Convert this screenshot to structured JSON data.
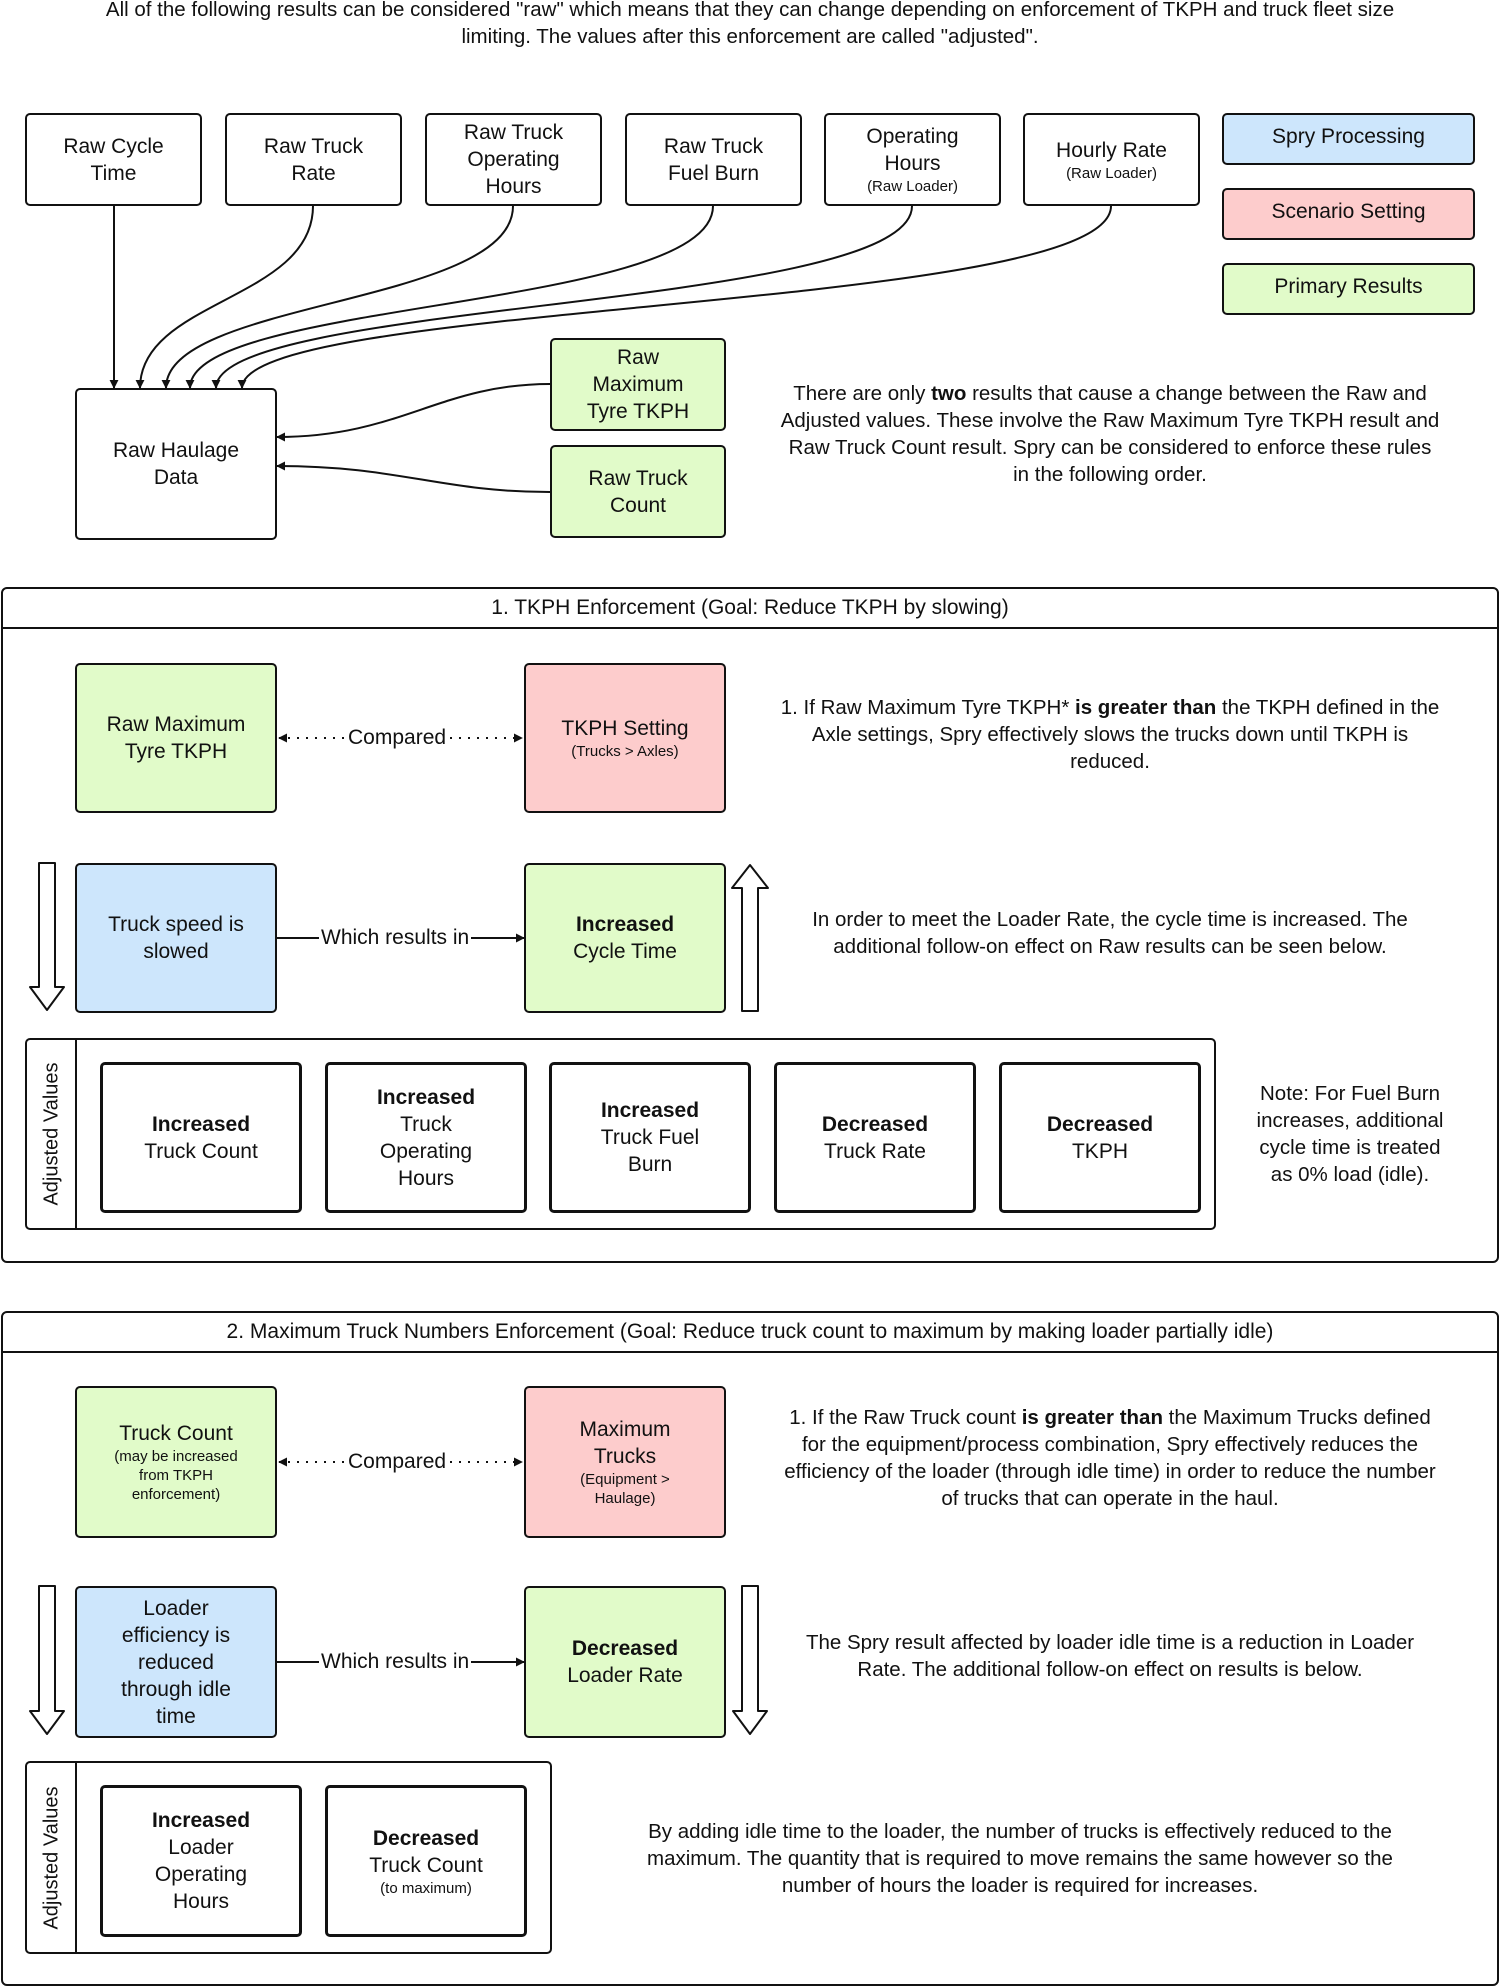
{
  "intro": {
    "line1": "All of the following results can be considered \"raw\" which means that they can change depending on enforcement of TKPH and truck fleet size",
    "line2": "limiting. The values after this enforcement are called \"adjusted\"."
  },
  "top_inputs": [
    {
      "line1": "Raw Cycle",
      "line2": "Time",
      "sub": ""
    },
    {
      "line1": "Raw Truck",
      "line2": "Rate",
      "sub": ""
    },
    {
      "line1": "Raw Truck",
      "line2": "Operating",
      "line3": "Hours",
      "sub": ""
    },
    {
      "line1": "Raw Truck",
      "line2": "Fuel Burn",
      "sub": ""
    },
    {
      "line1": "Operating",
      "line2": "Hours",
      "sub": "(Raw Loader)"
    },
    {
      "line1": "Hourly Rate",
      "line2": "",
      "sub": "(Raw Loader)"
    }
  ],
  "legend": {
    "spry": "Spry Processing",
    "scenario": "Scenario Setting",
    "primary": "Primary Results",
    "colors": {
      "spry": "#cde6fc",
      "scenario": "#fdcccc",
      "primary": "#e1fbc9"
    }
  },
  "raw_haulage": {
    "line1": "Raw Haulage",
    "line2": "Data"
  },
  "raw_max_tkph": {
    "line1": "Raw",
    "line2": "Maximum",
    "line3": "Tyre TKPH"
  },
  "raw_truck_count": {
    "line1": "Raw Truck",
    "line2": "Count"
  },
  "two_results_note": {
    "l1a": "There are only ",
    "l1b": "two",
    "l1c": " results that cause a change between the Raw and",
    "l2": "Adjusted values. These involve the Raw Maximum Tyre TKPH result and",
    "l3": "Raw Truck Count result. Spry can be considered to enforce these rules",
    "l4": "in the following order."
  },
  "section1": {
    "title": "1. TKPH Enforcement (Goal: Reduce TKPH by slowing)",
    "left_node": {
      "line1": "Raw Maximum",
      "line2": "Tyre TKPH"
    },
    "compared_label": "Compared",
    "setting_node": {
      "line1": "TKPH Setting",
      "sub": "(Trucks > Axles)"
    },
    "rule": {
      "l1a": "1. If Raw Maximum Tyre TKPH* ",
      "l1b": "is greater than",
      "l1c": " the TKPH defined in the",
      "l2": "Axle settings, Spry effectively slows the trucks down until TKPH is",
      "l3": "reduced."
    },
    "process_node": {
      "line1": "Truck speed is",
      "line2": "slowed"
    },
    "results_label": "Which results in",
    "result_node": {
      "bold": "Increased",
      "line2": "Cycle Time"
    },
    "effect_note": {
      "l1": "In order to meet the Loader Rate, the cycle time is increased. The",
      "l2": "additional follow-on effect on Raw results can be seen below."
    },
    "adjusted_label": "Adjusted Values",
    "adjusted": [
      {
        "bold": "Increased",
        "lines": [
          "Truck Count"
        ]
      },
      {
        "bold": "Increased",
        "lines": [
          "Truck",
          "Operating",
          "Hours"
        ]
      },
      {
        "bold": "Increased",
        "lines": [
          "Truck Fuel",
          "Burn"
        ]
      },
      {
        "bold": "Decreased",
        "lines": [
          "Truck Rate"
        ]
      },
      {
        "bold": "Decreased",
        "lines": [
          "TKPH"
        ]
      }
    ],
    "fuel_note": {
      "l1": "Note: For Fuel Burn",
      "l2": "increases, additional",
      "l3": "cycle time is treated",
      "l4": "as 0% load (idle)."
    }
  },
  "section2": {
    "title": "2. Maximum Truck Numbers Enforcement (Goal: Reduce truck count to maximum by making loader partially idle)",
    "left_node": {
      "line1": "Truck Count",
      "sub1": "(may be increased",
      "sub2": "from TKPH",
      "sub3": "enforcement)"
    },
    "compared_label": "Compared",
    "setting_node": {
      "line1": "Maximum",
      "line2": "Trucks",
      "sub1": "(Equipment >",
      "sub2": "Haulage)"
    },
    "rule": {
      "l1a": "1. If the Raw Truck count ",
      "l1b": "is greater than",
      "l1c": " the Maximum Trucks defined",
      "l2": "for the equipment/process combination, Spry effectively reduces the",
      "l3": "efficiency of the loader (through idle time) in order to reduce the number",
      "l4": "of trucks that can operate in the haul."
    },
    "process_node": {
      "line1": "Loader",
      "line2": "efficiency is",
      "line3": "reduced",
      "line4": "through idle",
      "line5": "time"
    },
    "results_label": "Which results in",
    "result_node": {
      "bold": "Decreased",
      "line2": "Loader Rate"
    },
    "effect_note": {
      "l1": "The Spry result affected by loader idle time is a reduction in Loader",
      "l2": "Rate. The additional follow-on effect on results is below."
    },
    "adjusted_label": "Adjusted Values",
    "adjusted": [
      {
        "bold": "Increased",
        "lines": [
          "Loader",
          "Operating",
          "Hours"
        ],
        "sub": ""
      },
      {
        "bold": "Decreased",
        "lines": [
          "Truck Count"
        ],
        "sub": "(to maximum)"
      }
    ],
    "closing_note": {
      "l1": "By adding idle time to the loader, the number of trucks is effectively reduced to the",
      "l2": "maximum. The quantity that is required to move remains the same however so the",
      "l3": "number of hours the loader is required for increases."
    }
  }
}
